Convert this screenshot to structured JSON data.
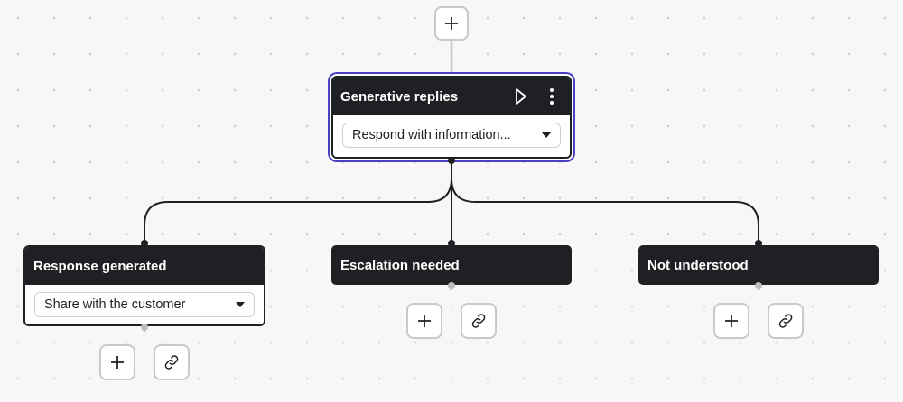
{
  "nodes": {
    "generative": {
      "title": "Generative replies",
      "dropdown_value": "Respond with information..."
    },
    "response": {
      "title": "Response generated",
      "dropdown_value": "Share with the customer"
    },
    "escalation": {
      "title": "Escalation needed"
    },
    "not_understood": {
      "title": "Not understood"
    }
  },
  "icons": {
    "add": "plus-icon",
    "link": "link-icon",
    "run": "play-icon",
    "more": "kebab-icon",
    "dropdown": "caret-down-icon"
  },
  "colors": {
    "node_header": "#1f2023",
    "selection_outline": "#4b3fc4",
    "canvas": "#f7f7f7",
    "button_border": "#c9c9c9"
  }
}
